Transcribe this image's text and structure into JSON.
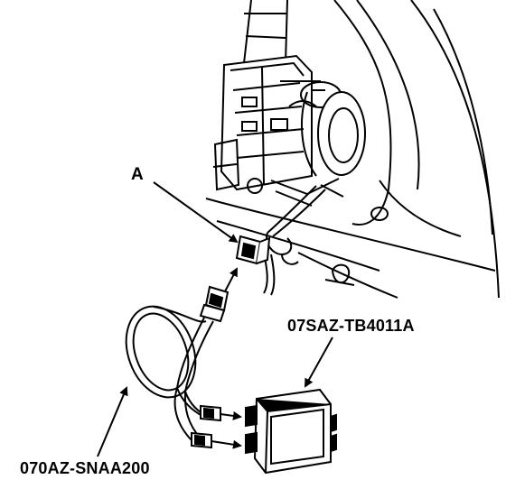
{
  "callouts": {
    "part_a": "A",
    "tester_part_number": "07SAZ-TB4011A",
    "harness_part_number": "070AZ-SNAA200"
  }
}
